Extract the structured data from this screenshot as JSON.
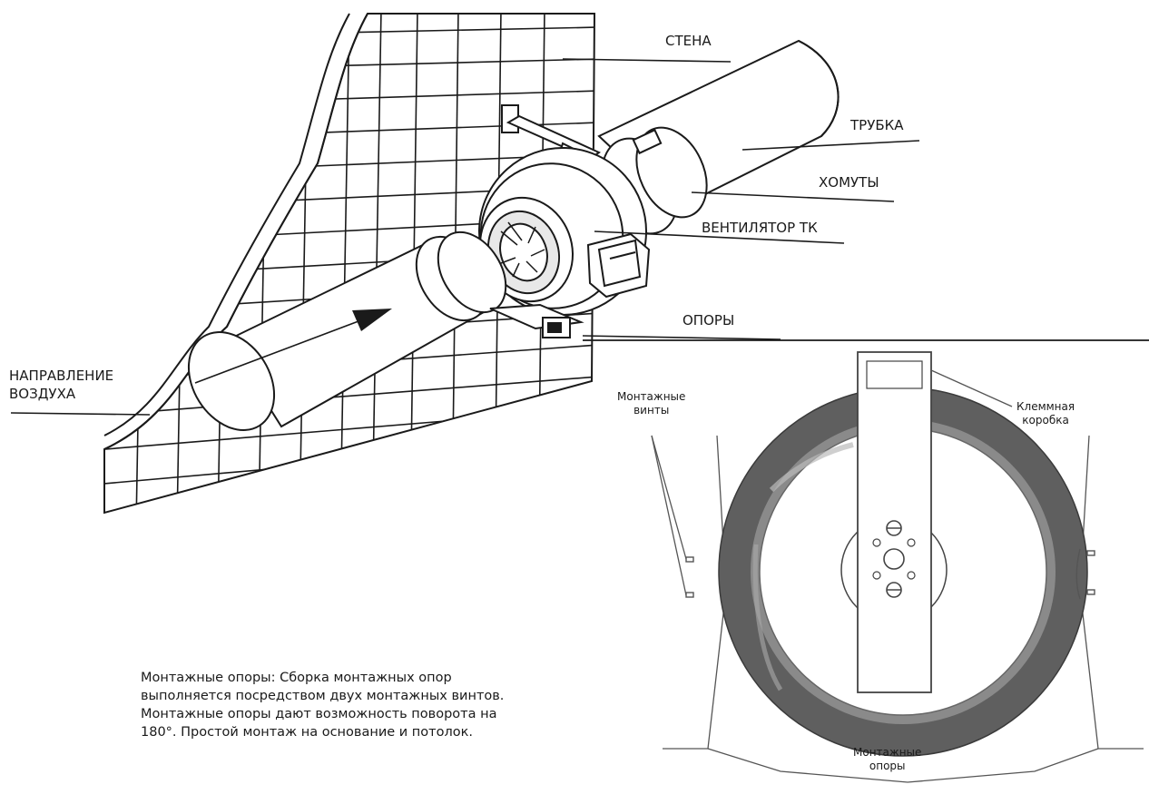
{
  "labels": {
    "wall": "СТЕНА",
    "tube": "ТРУБКА",
    "clamps": "ХОМУТЫ",
    "fan": "ВЕНТИЛЯТОР ТК",
    "supports": "ОПОРЫ",
    "air_direction": [
      "НАПРАВЛЕНИЕ",
      "ВОЗДУХА"
    ],
    "mounting_screws": [
      "Монтажные",
      "винты"
    ],
    "terminal_box": [
      "Клеммная",
      "коробка"
    ],
    "mounting_supports": [
      "Монтажные",
      "опоры"
    ]
  },
  "description": "Монтажные опоры: Сборка монтажных опор выполняется посредством двух монтажных винтов. Монтажные опоры дают возможность поворота на 180°. Простой монтаж на основание и потолок."
}
